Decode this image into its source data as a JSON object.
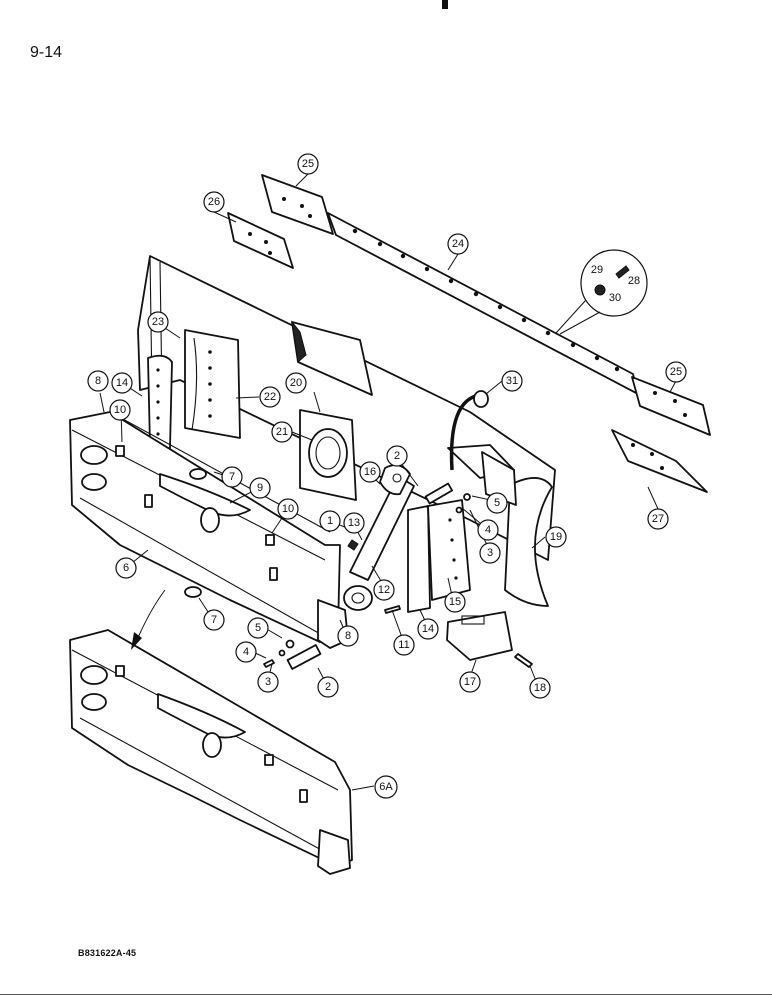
{
  "page": {
    "number": "9-14",
    "figure_code": "B831622A-45"
  },
  "callouts": [
    {
      "id": "c1",
      "label": "1"
    },
    {
      "id": "c2a",
      "label": "2"
    },
    {
      "id": "c2b",
      "label": "2"
    },
    {
      "id": "c3a",
      "label": "3"
    },
    {
      "id": "c3b",
      "label": "3"
    },
    {
      "id": "c4a",
      "label": "4"
    },
    {
      "id": "c4b",
      "label": "4"
    },
    {
      "id": "c5a",
      "label": "5"
    },
    {
      "id": "c5b",
      "label": "5"
    },
    {
      "id": "c6",
      "label": "6"
    },
    {
      "id": "c6a",
      "label": "6A"
    },
    {
      "id": "c7a",
      "label": "7"
    },
    {
      "id": "c7b",
      "label": "7"
    },
    {
      "id": "c8a",
      "label": "8"
    },
    {
      "id": "c8b",
      "label": "8"
    },
    {
      "id": "c9",
      "label": "9"
    },
    {
      "id": "c10a",
      "label": "10"
    },
    {
      "id": "c10b",
      "label": "10"
    },
    {
      "id": "c11",
      "label": "11"
    },
    {
      "id": "c12",
      "label": "12"
    },
    {
      "id": "c13",
      "label": "13"
    },
    {
      "id": "c14a",
      "label": "14"
    },
    {
      "id": "c14b",
      "label": "14"
    },
    {
      "id": "c15",
      "label": "15"
    },
    {
      "id": "c16",
      "label": "16"
    },
    {
      "id": "c17",
      "label": "17"
    },
    {
      "id": "c18",
      "label": "18"
    },
    {
      "id": "c19",
      "label": "19"
    },
    {
      "id": "c20",
      "label": "20"
    },
    {
      "id": "c21",
      "label": "21"
    },
    {
      "id": "c22",
      "label": "22"
    },
    {
      "id": "c23",
      "label": "23"
    },
    {
      "id": "c24",
      "label": "24"
    },
    {
      "id": "c25a",
      "label": "25"
    },
    {
      "id": "c25b",
      "label": "25"
    },
    {
      "id": "c26",
      "label": "26"
    },
    {
      "id": "c27",
      "label": "27"
    },
    {
      "id": "c28",
      "label": "28"
    },
    {
      "id": "c29",
      "label": "29"
    },
    {
      "id": "c30",
      "label": "30"
    },
    {
      "id": "c31",
      "label": "31"
    }
  ]
}
